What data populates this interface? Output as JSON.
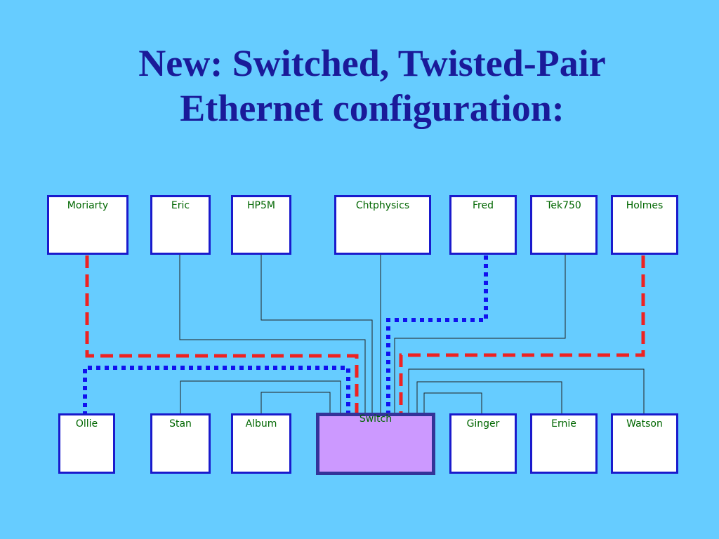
{
  "title": {
    "line1": "New: Switched, Twisted-Pair",
    "line2": "Ethernet configuration:"
  },
  "switch": {
    "label": "Switch"
  },
  "top_nodes": [
    {
      "label": "Moriarty"
    },
    {
      "label": "Eric"
    },
    {
      "label": "HP5M"
    },
    {
      "label": "Chtphysics"
    },
    {
      "label": "Fred"
    },
    {
      "label": "Tek750"
    },
    {
      "label": "Holmes"
    }
  ],
  "bottom_nodes": [
    {
      "label": "Ollie"
    },
    {
      "label": "Stan"
    },
    {
      "label": "Album"
    },
    {
      "label": "Ginger"
    },
    {
      "label": "Ernie"
    },
    {
      "label": "Watson"
    }
  ],
  "colors": {
    "background": "#66ccff",
    "title": "#1a1a99",
    "node_border": "#1a1acc",
    "label": "#006600",
    "switch_fill": "#cc99ff",
    "switch_border": "#333399",
    "highlight_red": "#ee2222",
    "highlight_blue": "#1111ee"
  }
}
